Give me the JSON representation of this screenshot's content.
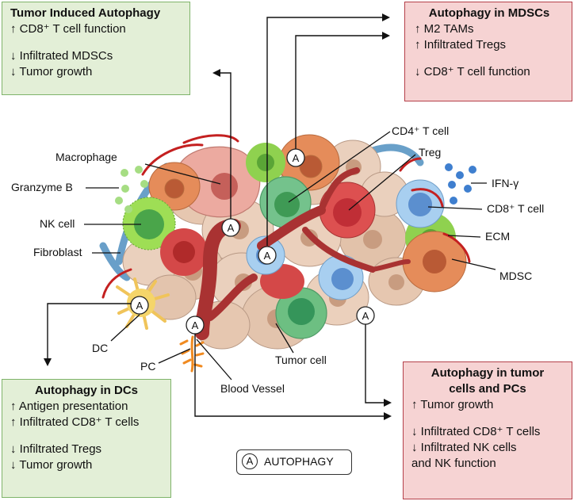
{
  "boxes": {
    "tumor_induced": {
      "title": "Tumor Induced Autophagy",
      "lines": [
        "↑ CD8⁺ T cell function",
        "",
        "↓ Infiltrated MDSCs",
        "↓ Tumor growth"
      ]
    },
    "mdscs": {
      "title": "Autophagy in MDSCs",
      "lines": [
        "↑ M2 TAMs",
        "↑ Infiltrated Tregs",
        "",
        "↓ CD8⁺ T cell function"
      ]
    },
    "dcs": {
      "title": "Autophagy in DCs",
      "lines": [
        "↑ Antigen presentation",
        "↑ Infiltrated CD8⁺ T cells",
        "",
        "↓ Infiltrated Tregs",
        "↓ Tumor growth"
      ]
    },
    "tumor_pcs": {
      "title_1": "Autophagy in tumor",
      "title_2": "cells and PCs",
      "lines": [
        "↑ Tumor growth",
        "",
        "↓ Infiltrated CD8⁺ T cells",
        "↓ Infiltrated NK cells",
        "and NK function"
      ]
    }
  },
  "labels": {
    "macrophage": "Macrophage",
    "granzyme": "Granzyme B",
    "nk_cell": "NK cell",
    "fibroblast": "Fibroblast",
    "cd4": "CD4⁺ T cell",
    "treg": "Treg",
    "ifn": "IFN-γ",
    "cd8": "CD8⁺ T cell",
    "ecm": "ECM",
    "mdsc": "MDSC",
    "dc": "DC",
    "pc": "PC",
    "tumor_cell": "Tumor cell",
    "blood_vessel": "Blood Vessel"
  },
  "legend": {
    "symbol": "A",
    "text": "AUTOPHAGY"
  },
  "autophagy_marker": "A",
  "colors": {
    "green_box": "#e3efd7",
    "red_box": "#f6d3d3",
    "tumor_cell": "#e8c9b3",
    "blood_vessel": "#b23a3a"
  }
}
